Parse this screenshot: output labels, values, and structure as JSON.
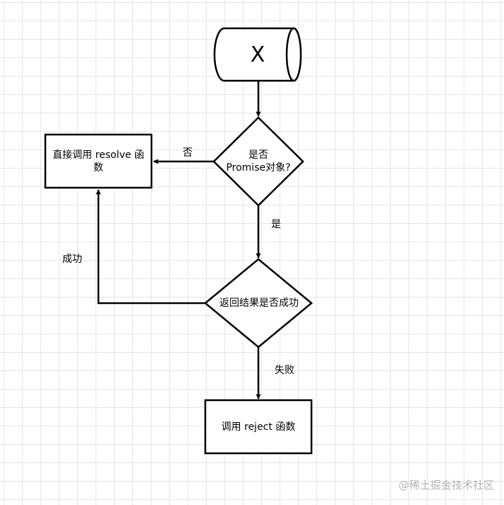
{
  "diagram": {
    "start_node": {
      "label": "X"
    },
    "decision_promise": {
      "line1": "是否",
      "line2": "Promise对象?"
    },
    "resolve_box": {
      "line1": "直接调用 resolve 函",
      "line2": "数"
    },
    "decision_success": {
      "label": "返回结果是否成功"
    },
    "reject_box": {
      "label": "调用 reject 函数"
    },
    "edge_labels": {
      "no": "否",
      "yes": "是",
      "success": "成功",
      "fail": "失败"
    }
  },
  "watermark": "@稀土掘金技术社区"
}
